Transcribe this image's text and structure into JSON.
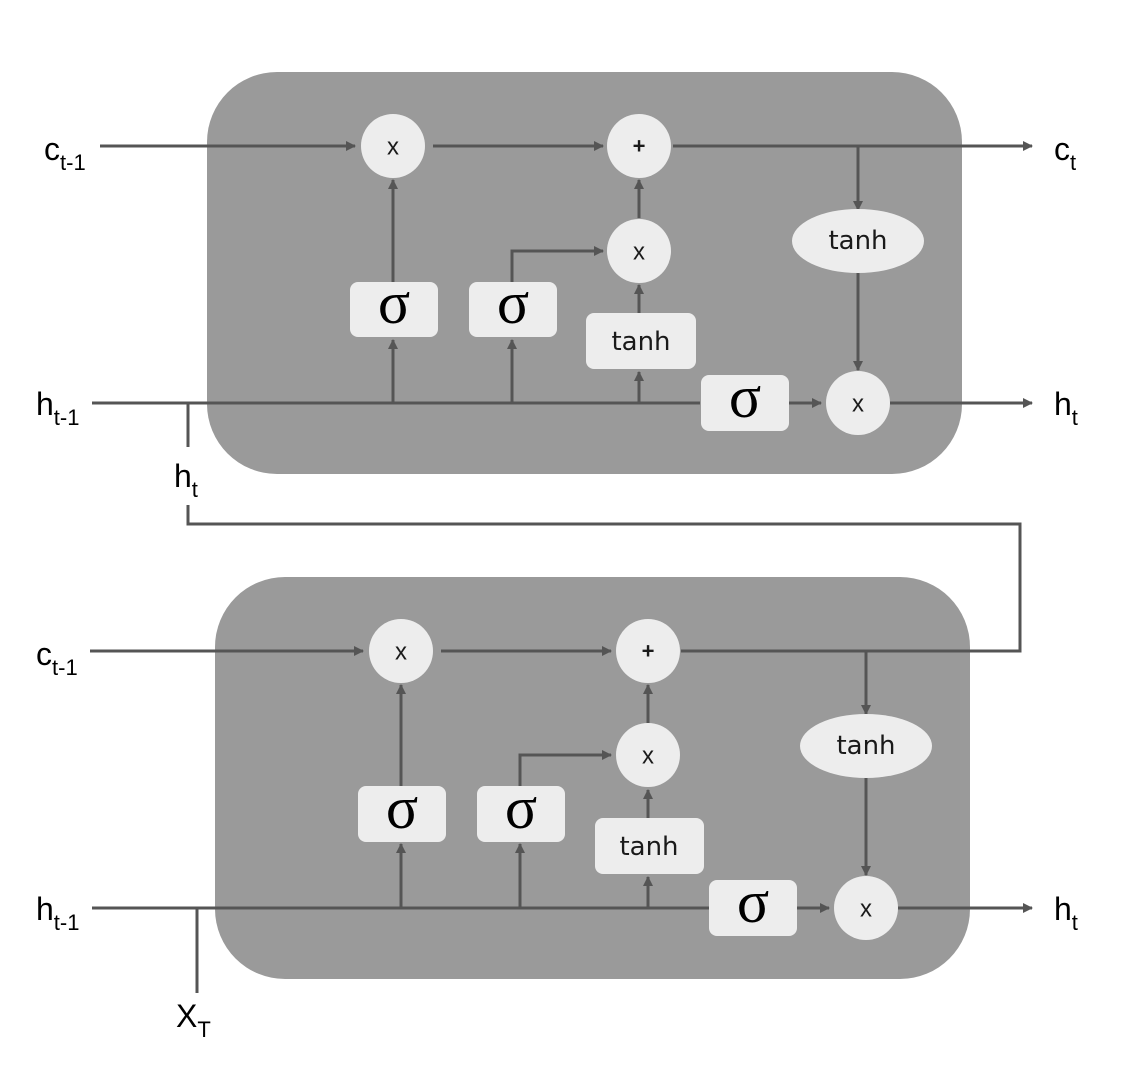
{
  "cells": [
    {
      "id": "top",
      "inputs": {
        "cell_state": {
          "main": "c",
          "sub": "t-1"
        },
        "hidden_state": {
          "main": "h",
          "sub": "t-1"
        }
      },
      "outputs": {
        "cell_state": {
          "main": "c",
          "sub": "t"
        },
        "hidden_state": {
          "main": "h",
          "sub": "t"
        }
      },
      "ops": {
        "forget_multiply": "x",
        "add": "+",
        "input_multiply": "x",
        "candidate_tanh": "tanh",
        "output_tanh": "tanh",
        "output_multiply": "x",
        "forget_sigma": "σ",
        "input_sigma": "σ",
        "output_sigma": "σ"
      }
    },
    {
      "id": "bottom",
      "inputs": {
        "cell_state": {
          "main": "c",
          "sub": "t-1"
        },
        "hidden_state": {
          "main": "h",
          "sub": "t-1"
        },
        "x": {
          "main": "X",
          "sub": "T"
        }
      },
      "outputs": {
        "hidden_state": {
          "main": "h",
          "sub": "t"
        }
      },
      "ops": {
        "forget_multiply": "x",
        "add": "+",
        "input_multiply": "x",
        "candidate_tanh": "tanh",
        "output_tanh": "tanh",
        "output_multiply": "x",
        "forget_sigma": "σ",
        "input_sigma": "σ",
        "output_sigma": "σ"
      }
    }
  ],
  "connector_label": {
    "main": "h",
    "sub": "t"
  },
  "colors": {
    "cell_background": "#9a9a9a",
    "node_fill": "#ededed",
    "wire": "#555555"
  }
}
